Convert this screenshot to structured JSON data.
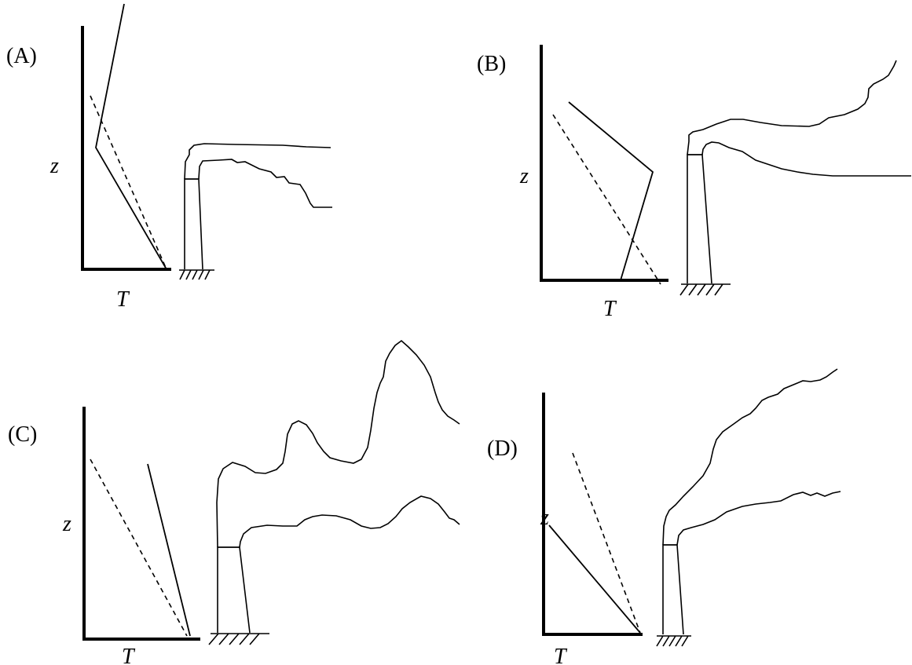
{
  "panels": [
    {
      "id": "A",
      "label": "(A)",
      "ylabel": "z",
      "xlabel": "T"
    },
    {
      "id": "B",
      "label": "(B)",
      "ylabel": "z",
      "xlabel": "T"
    },
    {
      "id": "C",
      "label": "(C)",
      "ylabel": "z",
      "xlabel": "T"
    },
    {
      "id": "D",
      "label": "(D)",
      "ylabel": "z",
      "xlabel": "T"
    }
  ],
  "colors": {
    "line": "#000000",
    "background": "#ffffff"
  }
}
